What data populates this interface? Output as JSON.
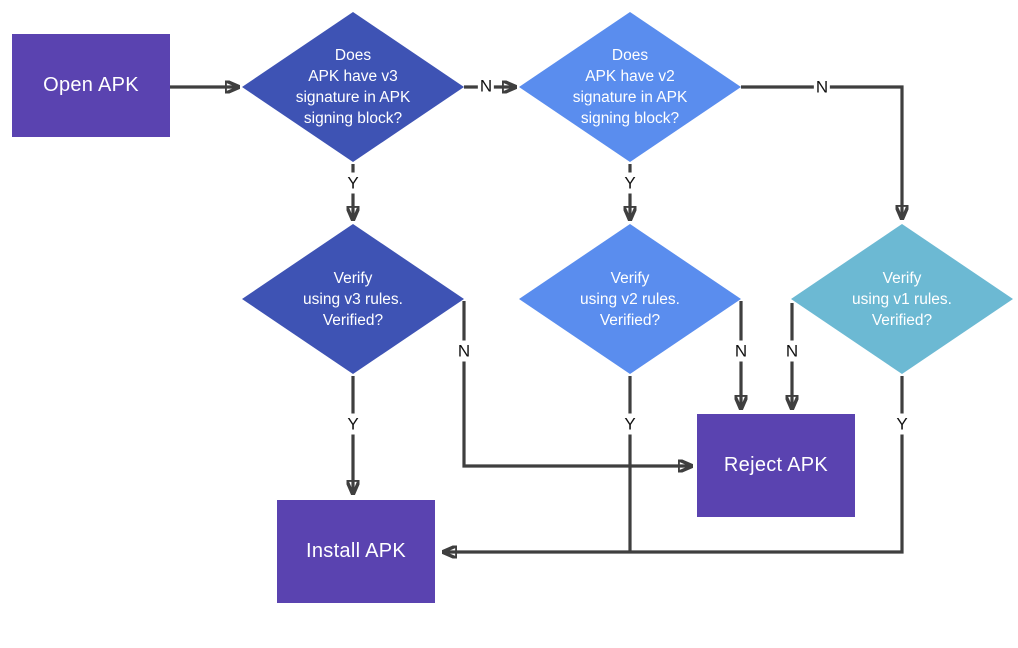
{
  "diagram": {
    "type": "flowchart",
    "background_color": "#ffffff",
    "connector_color": "#3f3f3f",
    "node_text_color": "#ffffff",
    "edge_label_color": "#111111"
  },
  "nodes": {
    "open_apk": {
      "type": "process",
      "label": "Open APK",
      "color": "#5a43b0"
    },
    "v3_check": {
      "type": "decision",
      "label": "Does\nAPK have v3\nsignature in APK\nsigning block?",
      "color": "#3e53b4"
    },
    "v2_check": {
      "type": "decision",
      "label": "Does\nAPK have v2\nsignature in APK\nsigning block?",
      "color": "#5a8dee"
    },
    "v3_verify": {
      "type": "decision",
      "label": "Verify\nusing v3 rules.\nVerified?",
      "color": "#3e53b4"
    },
    "v2_verify": {
      "type": "decision",
      "label": "Verify\nusing v2 rules.\nVerified?",
      "color": "#5a8dee"
    },
    "v1_verify": {
      "type": "decision",
      "label": "Verify\nusing v1 rules.\nVerified?",
      "color": "#6cb9d3"
    },
    "reject_apk": {
      "type": "process",
      "label": "Reject APK",
      "color": "#5a43b0"
    },
    "install_apk": {
      "type": "process",
      "label": "Install APK",
      "color": "#5a43b0"
    }
  },
  "edges": [
    {
      "from": "open_apk",
      "to": "v3_check",
      "label": ""
    },
    {
      "from": "v3_check",
      "to": "v2_check",
      "label": "N"
    },
    {
      "from": "v3_check",
      "to": "v3_verify",
      "label": "Y"
    },
    {
      "from": "v2_check",
      "to": "v1_verify",
      "label": "N"
    },
    {
      "from": "v2_check",
      "to": "v2_verify",
      "label": "Y"
    },
    {
      "from": "v3_verify",
      "to": "reject_apk",
      "label": "N"
    },
    {
      "from": "v3_verify",
      "to": "install_apk",
      "label": "Y"
    },
    {
      "from": "v2_verify",
      "to": "reject_apk",
      "label": "N"
    },
    {
      "from": "v2_verify",
      "to": "install_apk",
      "label": "Y"
    },
    {
      "from": "v1_verify",
      "to": "reject_apk",
      "label": "N"
    },
    {
      "from": "v1_verify",
      "to": "install_apk",
      "label": "Y"
    }
  ]
}
